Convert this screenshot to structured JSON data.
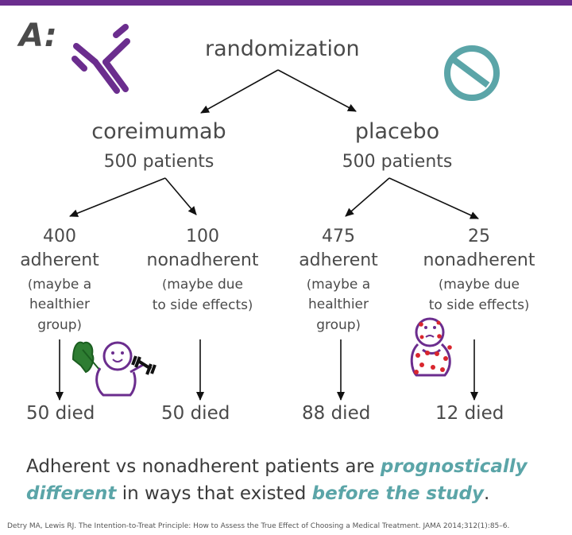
{
  "panel_label": "A:",
  "root": "randomization",
  "arms": [
    {
      "name": "coreimumab",
      "size": "500 patients"
    },
    {
      "name": "placebo",
      "size": "500 patients"
    }
  ],
  "groups": [
    {
      "count": "400",
      "status": "adherent",
      "note_lines": [
        "maybe a",
        "healthier",
        "group"
      ],
      "outcome": "50 died"
    },
    {
      "count": "100",
      "status": "nonadherent",
      "note_lines": [
        "maybe due",
        "to side effects"
      ],
      "outcome": "50 died"
    },
    {
      "count": "475",
      "status": "adherent",
      "note_lines": [
        "maybe a",
        "healthier",
        "group"
      ],
      "outcome": "88 died"
    },
    {
      "count": "25",
      "status": "nonadherent",
      "note_lines": [
        "maybe due",
        "to side effects"
      ],
      "outcome": "12 died"
    }
  ],
  "conclusion": {
    "part1": "Adherent vs nonadherent patients are ",
    "hl1a": "prognostically",
    "hl1b": "different",
    "part2": " in ways that existed ",
    "hl2": "before the study",
    "part3": "."
  },
  "citation": "Detry MA, Lewis RJ. The Intention-to-Treat Principle: How to Assess the True Effect of Choosing a Medical Treatment. JAMA 2014;312(1):85–6.",
  "colors": {
    "accent_purple": "#6b2d8e",
    "accent_teal": "#5ba5a8",
    "text": "#4a4a4a",
    "dot_red": "#d9262e"
  },
  "icons": [
    "antibody-icon",
    "pill-icon",
    "healthy-person-icon",
    "sick-person-icon"
  ]
}
